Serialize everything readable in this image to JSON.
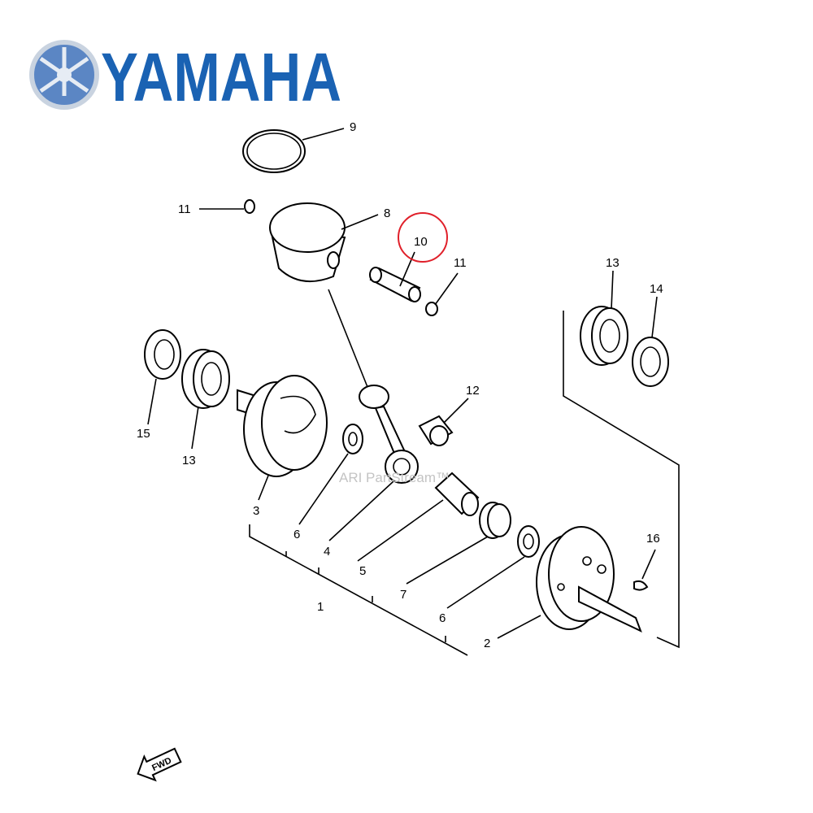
{
  "brand": {
    "name": "YAMAHA",
    "color": "#1a62b3"
  },
  "watermark": "ARI PartStream™",
  "highlight": {
    "callout": "10",
    "color": "#e0202a"
  },
  "fwd_label": "FWD",
  "callouts": [
    {
      "id": "9"
    },
    {
      "id": "11"
    },
    {
      "id": "8"
    },
    {
      "id": "10"
    },
    {
      "id": "11"
    },
    {
      "id": "13"
    },
    {
      "id": "14"
    },
    {
      "id": "12"
    },
    {
      "id": "15"
    },
    {
      "id": "13"
    },
    {
      "id": "3"
    },
    {
      "id": "6"
    },
    {
      "id": "4"
    },
    {
      "id": "5"
    },
    {
      "id": "1"
    },
    {
      "id": "7"
    },
    {
      "id": "6"
    },
    {
      "id": "2"
    },
    {
      "id": "16"
    }
  ]
}
